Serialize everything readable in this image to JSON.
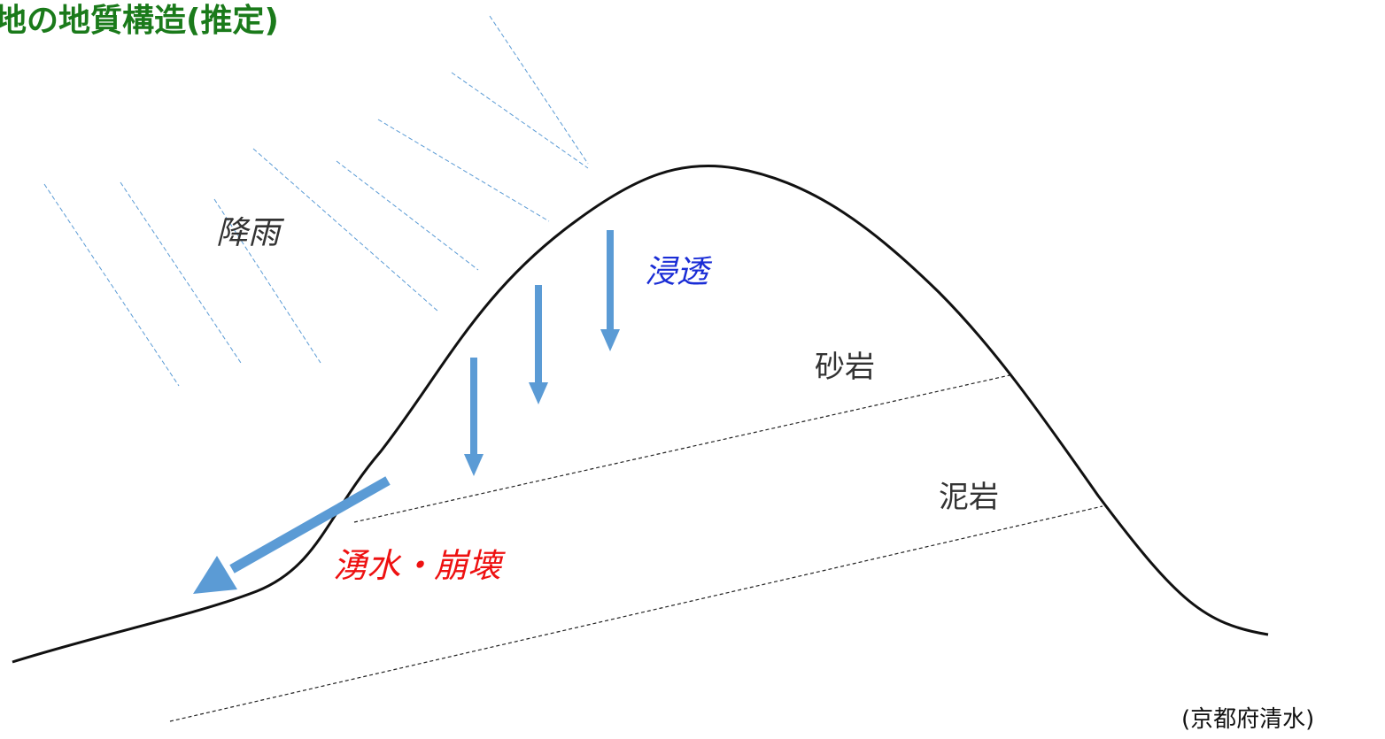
{
  "title": "地の地質構造(推定)",
  "labels": {
    "rainfall": "降雨",
    "infiltration": "浸透",
    "sandstone": "砂岩",
    "mudstone": "泥岩",
    "spring_collapse": "湧水・崩壊"
  },
  "source": "(京都府清水)",
  "colors": {
    "title": "#1a7a1a",
    "rain_lines": "#5b9bd5",
    "arrows": "#5b9bd5",
    "infiltration_text": "#1a2dd6",
    "collapse_text": "#ee1111"
  }
}
